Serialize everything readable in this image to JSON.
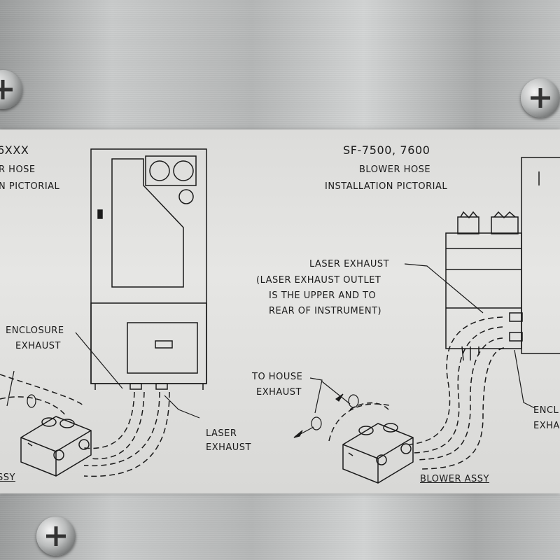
{
  "left_panel": {
    "title_fragment": "6XXX",
    "subtitle_line1": "R HOSE",
    "subtitle_line2": "N PICTORIAL",
    "enclosure_exhaust_line1": "ENCLOSURE",
    "enclosure_exhaust_line2": "EXHAUST",
    "laser_exhaust_line1": "LASER",
    "laser_exhaust_line2": "EXHAUST",
    "blower_fragment": "SSY"
  },
  "right_panel": {
    "title": "SF-7500, 7600",
    "subtitle_line1": "BLOWER HOSE",
    "subtitle_line2": "INSTALLATION PICTORIAL",
    "laser_exhaust_line1": "LASER EXHAUST",
    "laser_exhaust_line2": "(LASER EXHAUST OUTLET",
    "laser_exhaust_line3": "IS THE UPPER AND TO",
    "laser_exhaust_line4": "REAR OF INSTRUMENT)",
    "house_exhaust_line1": "TO HOUSE",
    "house_exhaust_line2": "EXHAUST",
    "enclosure_fragment_line1": "ENCL",
    "enclosure_fragment_line2": "EXHA",
    "blower_assy": "BLOWER ASSY"
  },
  "colors": {
    "metal": "#b8baba",
    "label": "#e2e2e0",
    "ink": "#1a1a1a"
  }
}
